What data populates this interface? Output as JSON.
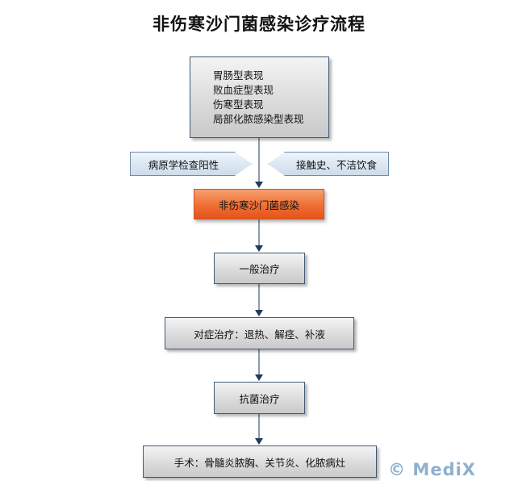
{
  "title": "非伤寒沙门菌感染诊疗流程",
  "manifestations": [
    "胃肠型表现",
    "败血症型表现",
    "伤寒型表现",
    "局部化脓感染型表现"
  ],
  "tags": {
    "left": "病原学检查阳性",
    "right": "接触史、不洁饮食"
  },
  "diagnosis": "非伤寒沙门菌感染",
  "steps": [
    "一般治疗",
    "对症治疗：退热、解痉、补液",
    "抗菌治疗",
    "手术：骨髓炎脓胸、关节炎、化脓病灶"
  ],
  "watermark": "© MediX",
  "colors": {
    "box_border": "#3d5a78",
    "diagnosis_fill": "#ef6e34",
    "tag_fill": "#cddceb",
    "connector": "#1f3a5a",
    "watermark": "#8fb0cc"
  }
}
